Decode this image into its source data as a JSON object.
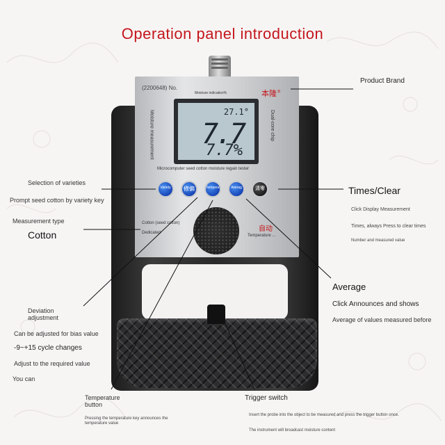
{
  "title": "Operation panel introduction",
  "device": {
    "serial_label": "(2200648) No.",
    "brand_cn": "本隆",
    "brand_mark": "®",
    "side_left": "Moisture measurement",
    "side_right": "Dual-core chip",
    "lcd_caption": "Moisture indication%",
    "lcd_temp": "27.1°",
    "lcd_main": "7.7",
    "lcd_sub": "7.7%",
    "panel_caption": "Microcomputer seed cotton moisture regain tester",
    "buttons": [
      "Variety",
      "修偏",
      "Temperature",
      "Averag",
      "清零"
    ],
    "cotton_label": "Cotton (seed cotton)",
    "dedicated_label": "Dedicated",
    "auto_cn": "自动",
    "temperature_label": "Temperature ..."
  },
  "annotations": {
    "product_brand": "Product Brand",
    "selection_varieties": "Selection of varieties",
    "prompt_seed_cotton": "Prompt seed cotton by variety key",
    "measurement_type": "Measurement type",
    "cotton": "Cotton",
    "times_clear": "Times/Clear",
    "click_display": "Click Display Measurement",
    "times_always": "Times, always Press to clear times",
    "number_measured": "Number and measured value",
    "average": "Average",
    "click_announces": "Click Announces and shows",
    "average_values": "Average of values measured before",
    "deviation": "Deviation adjustment",
    "bias_value": "Can be adjusted for bias value",
    "cycle_changes": "-9~+15 cycle changes",
    "adjust_required": "Adjust to the required value",
    "you_can": "You can",
    "temperature_button": "Temperature button",
    "pressing_temp": "Pressing the temperature key announces the temperature value",
    "trigger_switch": "Trigger switch",
    "insert_probe": "Insert the probe into the object to be measured and press the trigger button once.",
    "broadcast": "The instrument will broadcast moisture content"
  },
  "colors": {
    "title": "#c4161c",
    "button": "#1747b8",
    "background": "#f7f5f4"
  }
}
